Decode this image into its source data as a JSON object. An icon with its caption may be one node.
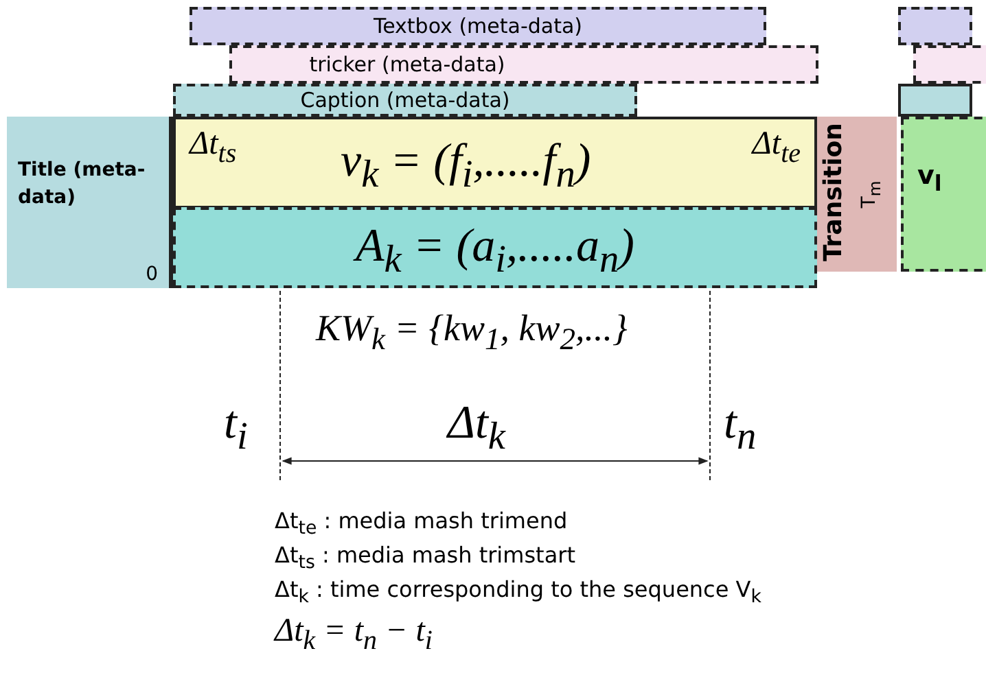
{
  "diagram": {
    "nodes": [
      {
        "text": [
          "Title (meta-data)",
          "0"
        ]
      },
      {
        "text": [
          "Textbox (meta-data)"
        ]
      },
      {
        "text": [
          "tricker (meta-data)"
        ]
      },
      {
        "text": [
          "Caption (meta-data)"
        ]
      },
      {
        "text": [
          "Δt$_{ts}$",
          "v$_{k}$ = (f$_{i}$,.....f$_{n}$)",
          "Δt$_{te}$"
        ]
      },
      {
        "text": [
          "A$_{k}$ = (a$_{i}$,.....a$_{n}$)"
        ]
      },
      {
        "text": [
          "Transition",
          "T$_{m}$"
        ]
      },
      {
        "text": [],
        "shape": "box"
      },
      {
        "text": [],
        "shape": "box"
      },
      {
        "text": [],
        "shape": "box"
      },
      {
        "text": [
          "v$_{l}$"
        ]
      }
    ],
    "edges": [],
    "labels": [
      "KW$_{k}$ = {kw$_{1}$, kw$_{2}$,...}",
      "t$_{i}$",
      "Δt$_{k}$",
      "t$_{n}$",
      "Δt$_{te}$ : media mash trimend",
      "Δt$_{ts}$ : media mash trimstart",
      "Δt$_{k}$ : time corresponding to the sequence V$_{k}$",
      "Δt$_{k}$ = t$_{n}$ − t$_{i}$"
    ]
  }
}
